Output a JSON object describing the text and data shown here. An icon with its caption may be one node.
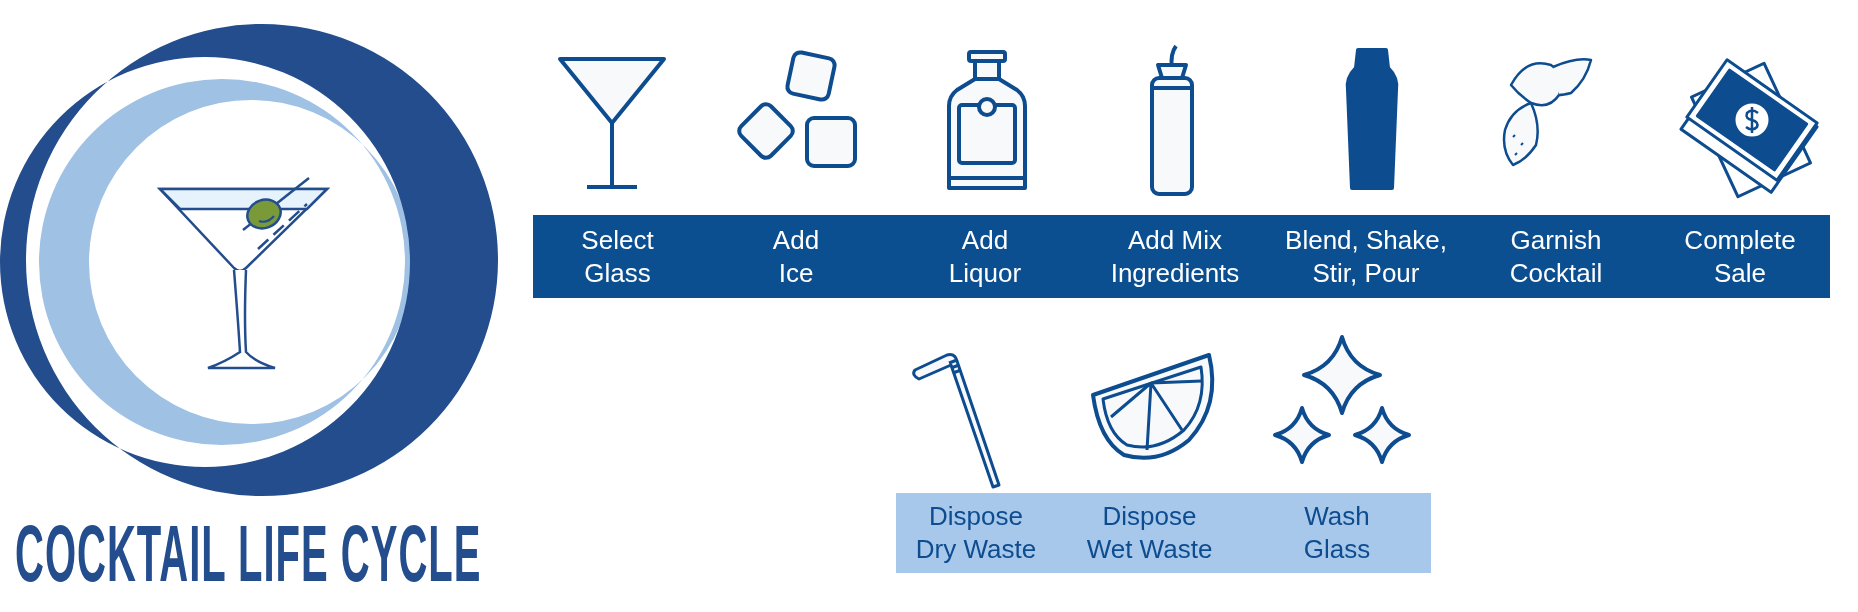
{
  "diagram": {
    "title": "COCKTAIL LIFE CYCLE",
    "nodes": [
      {
        "text": [
          "Select Glass"
        ]
      },
      {
        "text": [
          "Add Ice"
        ]
      },
      {
        "text": [
          "Add Liquor"
        ]
      },
      {
        "text": [
          "Add Mix Ingredients"
        ]
      },
      {
        "text": [
          "Blend, Shake, Stir, Pour"
        ]
      },
      {
        "text": [
          "Garnish Cocktail"
        ]
      },
      {
        "text": [
          "Complete Sale"
        ]
      },
      {
        "text": [
          "Dispose Dry Waste"
        ]
      },
      {
        "text": [
          "Dispose Wet Waste"
        ]
      },
      {
        "text": [
          "Wash Glass"
        ]
      }
    ]
  }
}
